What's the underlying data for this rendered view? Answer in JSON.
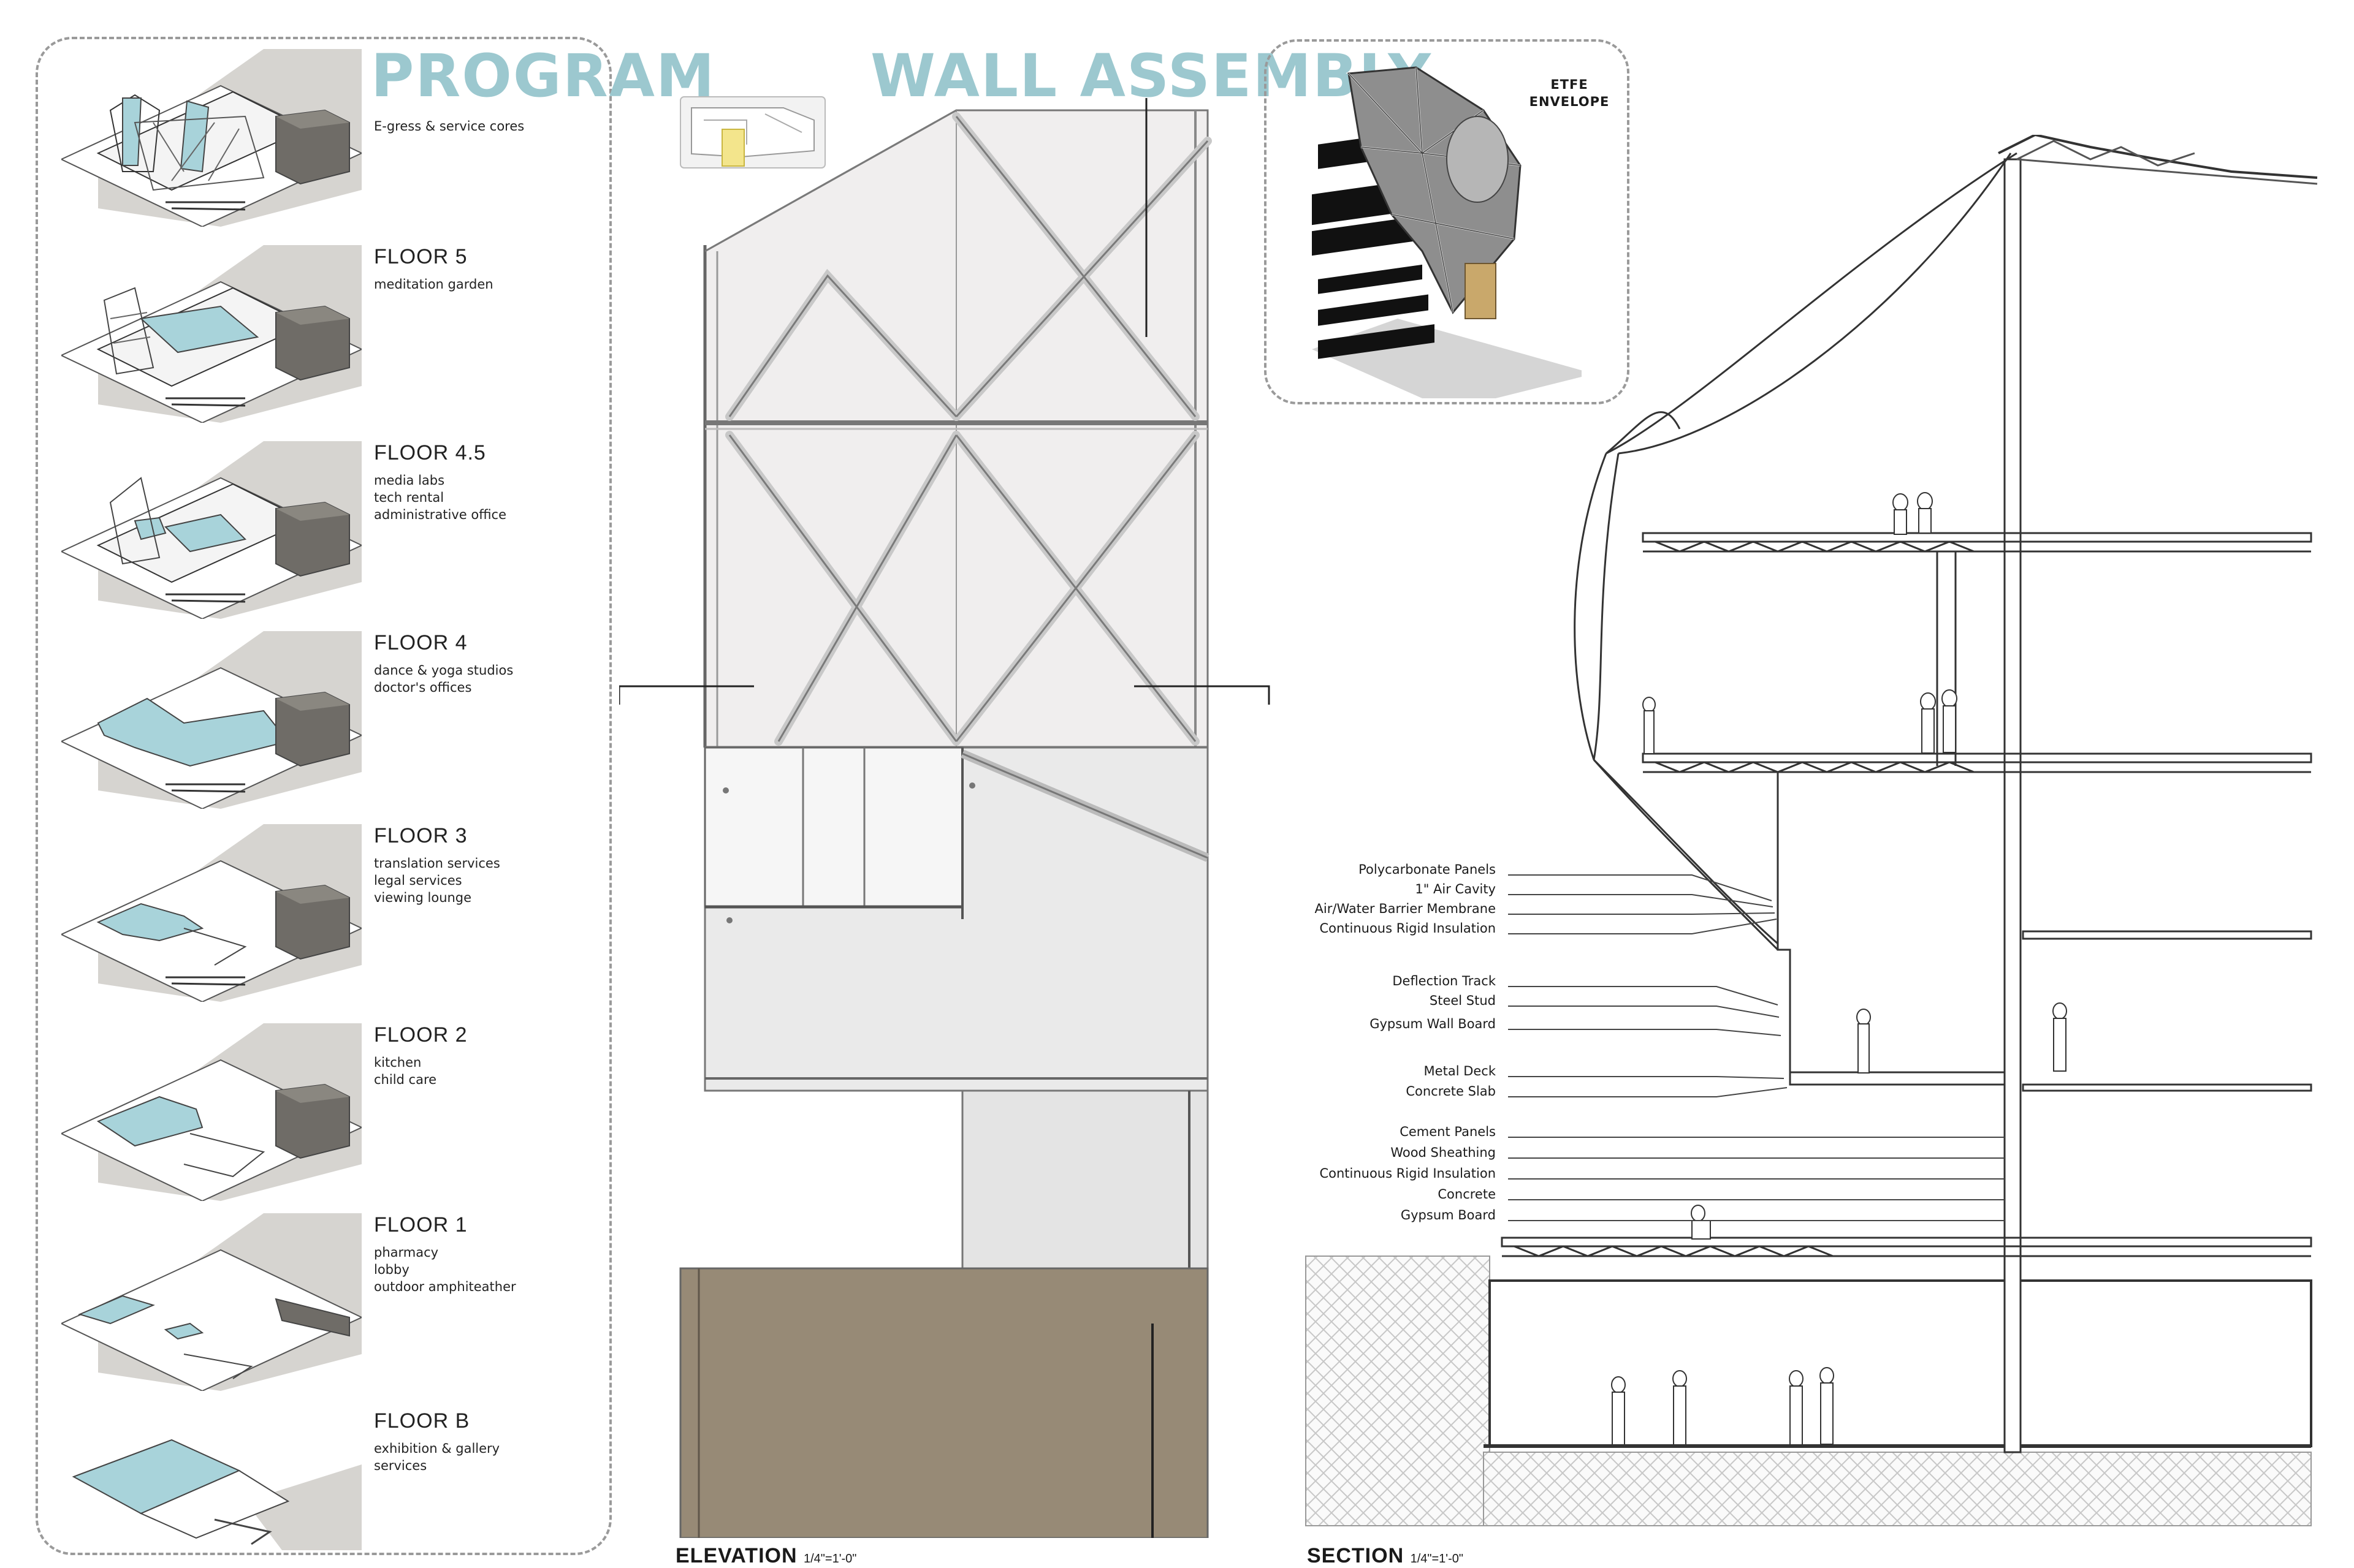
{
  "program": {
    "title": "PROGRAM",
    "floors": [
      {
        "name": "",
        "uses": [
          "E-gress & service cores"
        ]
      },
      {
        "name": "FLOOR 5",
        "uses": [
          "meditation garden"
        ]
      },
      {
        "name": "FLOOR 4.5",
        "uses": [
          "media labs",
          "tech rental",
          "administrative office"
        ]
      },
      {
        "name": "FLOOR 4",
        "uses": [
          "dance & yoga studios",
          "doctor's offices"
        ]
      },
      {
        "name": "FLOOR 3",
        "uses": [
          "translation services",
          "legal services",
          "viewing lounge"
        ]
      },
      {
        "name": "FLOOR 2",
        "uses": [
          "kitchen",
          "child care"
        ]
      },
      {
        "name": "FLOOR 1",
        "uses": [
          "pharmacy",
          "lobby",
          "outdoor amphiteather"
        ]
      },
      {
        "name": "FLOOR B",
        "uses": [
          "exhibition & gallery",
          "services"
        ]
      }
    ]
  },
  "wall_assembly": {
    "title": "WALL ASSEMBLY"
  },
  "etfe": {
    "label_line1": "ETFE",
    "label_line2": "ENVELOPE"
  },
  "elevation": {
    "label": "ELEVATION",
    "scale": "1/4\"=1'-0\""
  },
  "section": {
    "label": "SECTION",
    "scale": "1/4\"=1'-0\""
  },
  "callouts": {
    "group1": [
      "Polycarbonate Panels",
      "1\" Air Cavity",
      "Air/Water Barrier Membrane",
      "Continuous Rigid Insulation"
    ],
    "group2": [
      "Deflection Track",
      "Steel Stud",
      "Gypsum Wall Board"
    ],
    "group3": [
      "Metal Deck",
      "Concrete Slab"
    ],
    "group4": [
      "Cement Panels",
      "Wood Sheathing",
      "Continuous Rigid Insulation",
      "Concrete",
      "Gypsum Board"
    ]
  },
  "colors": {
    "accent": "#9cc8cf",
    "program_highlight": "#a8d3da",
    "ground_panel": "#978a76",
    "dashed_border": "#9a9a9a"
  }
}
